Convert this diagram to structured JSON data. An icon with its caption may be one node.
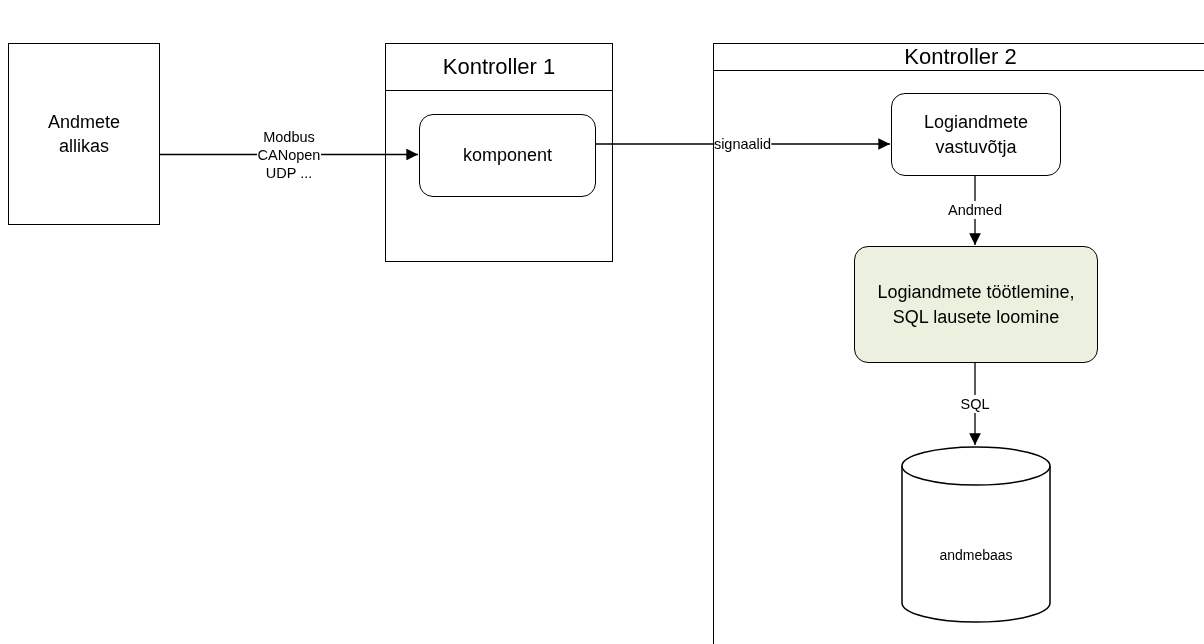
{
  "diagram": {
    "nodes": [
      {
        "text": [
          "Andmete allikas"
        ]
      },
      {
        "text": [
          "Kontroller 1"
        ]
      },
      {
        "text": [
          "komponent"
        ],
        "in": 1
      },
      {
        "text": [
          "Kontroller 2"
        ]
      },
      {
        "text": [
          "Logiandmete vastuvõtja"
        ],
        "in": 3
      },
      {
        "text": [
          "Logiandmete töötlemine, SQL lausete loomine"
        ],
        "in": 3
      },
      {
        "text": [
          "andmebaas"
        ],
        "in": 3
      }
    ],
    "edges": [
      {
        "from": 0,
        "to": 2,
        "arrow": "to",
        "label": "Modbus CANopen UDP ..."
      },
      {
        "from": 2,
        "to": 4,
        "arrow": "to",
        "label": "signaalid"
      },
      {
        "from": 4,
        "to": 5,
        "arrow": "to",
        "label": "Andmed"
      },
      {
        "from": 5,
        "to": 6,
        "arrow": "to",
        "label": "SQL"
      }
    ]
  }
}
